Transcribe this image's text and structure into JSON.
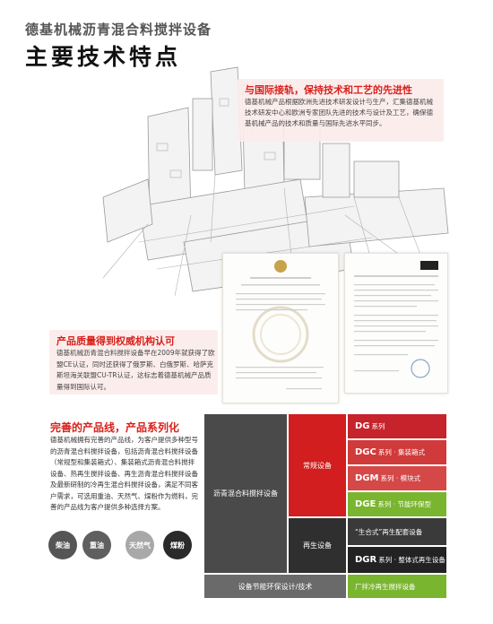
{
  "header": {
    "brand": "德基机械沥青混合料搅拌设备",
    "title": "主要技术特点"
  },
  "callout_tech": {
    "heading": "与国际接轨，保持技术和工艺的先进性",
    "body": "德基机械产品根据欧洲先进技术研发设计与生产，汇集德基机械技术研发中心和欧洲专家团队先进的技术与设计及工艺，确保德基机械产品的技术和质量与国际先进水平同步。"
  },
  "callout_quality": {
    "heading": "产品质量得到权威机构认可",
    "body": "德基机械沥青混合料搅拌设备早在2009年就获得了欧盟CE认证，同时还获得了俄罗斯、白俄罗斯、哈萨克斯坦海关联盟CU-TR认证，这标志着德基机械产品质量得到国际认可。"
  },
  "product_line": {
    "heading": "完善的产品线，产品系列化",
    "body": "德基机械拥有完善的产品线，为客户提供多种型号的沥青混合料搅拌设备，包括沥青混合料搅拌设备（常规型和集装箱式）、集装箱式沥青混合料搅拌设备、热再生搅拌设备、再生沥青混合料搅拌设备及最新研制的冷再生混合料搅拌设备，满足不同客户需求，可选用重油、天然气、煤粉作为燃料，完善的产品线为客户提供多种选择方案。"
  },
  "fuels": [
    {
      "label": "柴油",
      "color": "#555555"
    },
    {
      "label": "重油",
      "color": "#5f5f5f"
    },
    {
      "label": "天然气",
      "color": "#a8a8a8"
    },
    {
      "label": "煤粉",
      "color": "#2a2a2a"
    }
  ],
  "diagram": {
    "root": "沥青混合料搅拌设备",
    "conventional": "常规设备",
    "regenerative": "再生设备",
    "bottom": "设备节能环保设计/技术",
    "series": [
      {
        "code": "DG",
        "desc": "系列"
      },
      {
        "code": "DGC",
        "desc": "系列 · 集装箱式"
      },
      {
        "code": "DGM",
        "desc": "系列 · 模块式"
      },
      {
        "code": "DGE",
        "desc": "系列 · 节能环保型"
      }
    ],
    "regen_items": [
      {
        "code": "",
        "desc": "“生合式”再生配套设备"
      },
      {
        "code": "DGR",
        "desc": "系列 · 整体式再生设备"
      },
      {
        "code": "",
        "desc": "厂拌冷再生搅拌设备"
      }
    ]
  }
}
